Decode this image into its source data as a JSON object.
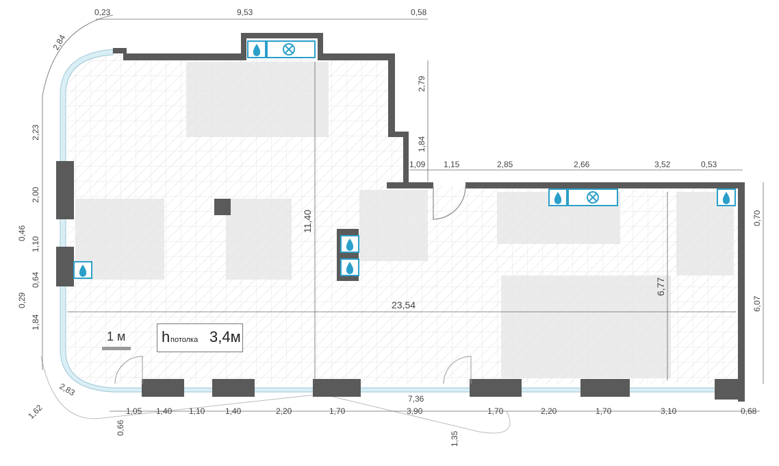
{
  "dimensions": {
    "top": [
      "0,23",
      "9,53",
      "0,58"
    ],
    "upper_right_vertical": [
      "2,79",
      "1,84"
    ],
    "middle": [
      "1,09",
      "1,15",
      "2,85",
      "2,66",
      "3,52",
      "0,53"
    ],
    "right_side": [
      "0,70",
      "6,07"
    ],
    "left_side": [
      "2,84",
      "2,23",
      "2,00",
      "1,10",
      "0,46",
      "0,64",
      "0,29",
      "1,84"
    ],
    "interior": [
      "11,40",
      "23,54",
      "6,77"
    ],
    "bottom": [
      "1,05",
      "1,40",
      "1,10",
      "1,40",
      "2,20",
      "1,70",
      "3,90",
      "1,70",
      "2,20",
      "1,70",
      "3,10",
      "0,68"
    ],
    "bottom_diagonal": [
      "2,83",
      "1,62",
      "0,66",
      "7,36",
      "1,35"
    ]
  },
  "legend": {
    "scale_label": "1 м",
    "ceiling_symbol": "h",
    "ceiling_subscript": "потолка",
    "ceiling_value": "3,4м"
  },
  "icons": {
    "water": "water-drop-icon",
    "ventilation": "ventilation-fan-icon"
  },
  "colors": {
    "wall": "#5a5a5a",
    "glass": "#d9eef5",
    "fixture_accent": "#2a9fc9",
    "zone": "#e4e4e4"
  }
}
